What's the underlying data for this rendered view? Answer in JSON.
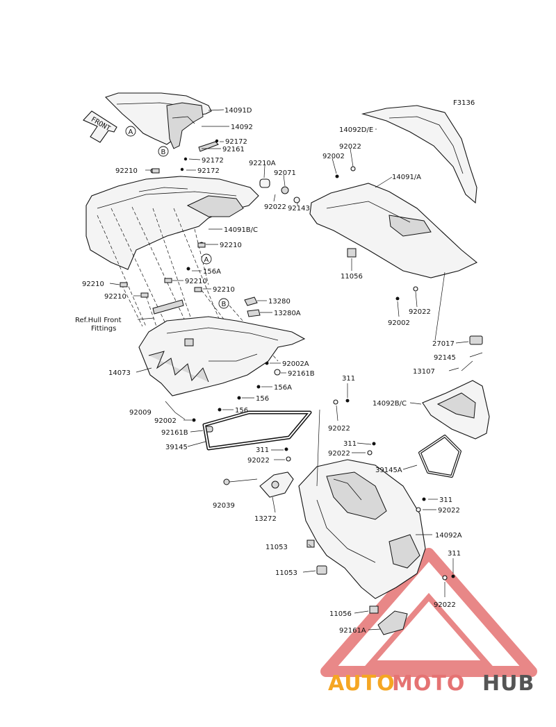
{
  "figure_code": "F3136",
  "front_label": "FRONT",
  "ref_note": [
    "Ref.Hull Front",
    "Fittings"
  ],
  "markers": [
    "A",
    "B"
  ],
  "watermark": {
    "part1": "AUTO",
    "part2": "MOTO",
    "part3": "HUB",
    "color_part1": "#f5a623",
    "color_part2": "#e57373",
    "color_part3": "#555555"
  },
  "labels": [
    "14091D",
    "14092",
    "92172",
    "92161",
    "92172",
    "92210",
    "92172",
    "14091B/C",
    "92210",
    "156A",
    "92210",
    "92210",
    "92210",
    "92210",
    "13280",
    "13280A",
    "92002A",
    "92161B",
    "156A",
    "156",
    "156",
    "14073",
    "92009",
    "92002",
    "92161B",
    "39145",
    "14092D/E",
    "92022",
    "92002",
    "92210A",
    "92071",
    "14091/A",
    "92022",
    "92143",
    "11056",
    "92022",
    "92002",
    "27017",
    "92145",
    "13107",
    "14092B/C",
    "311",
    "92022",
    "311",
    "92022",
    "39145A",
    "311",
    "92022",
    "92039",
    "13272",
    "311",
    "92022",
    "14092A",
    "11053",
    "11053",
    "311",
    "92022",
    "11056",
    "92161A"
  ]
}
